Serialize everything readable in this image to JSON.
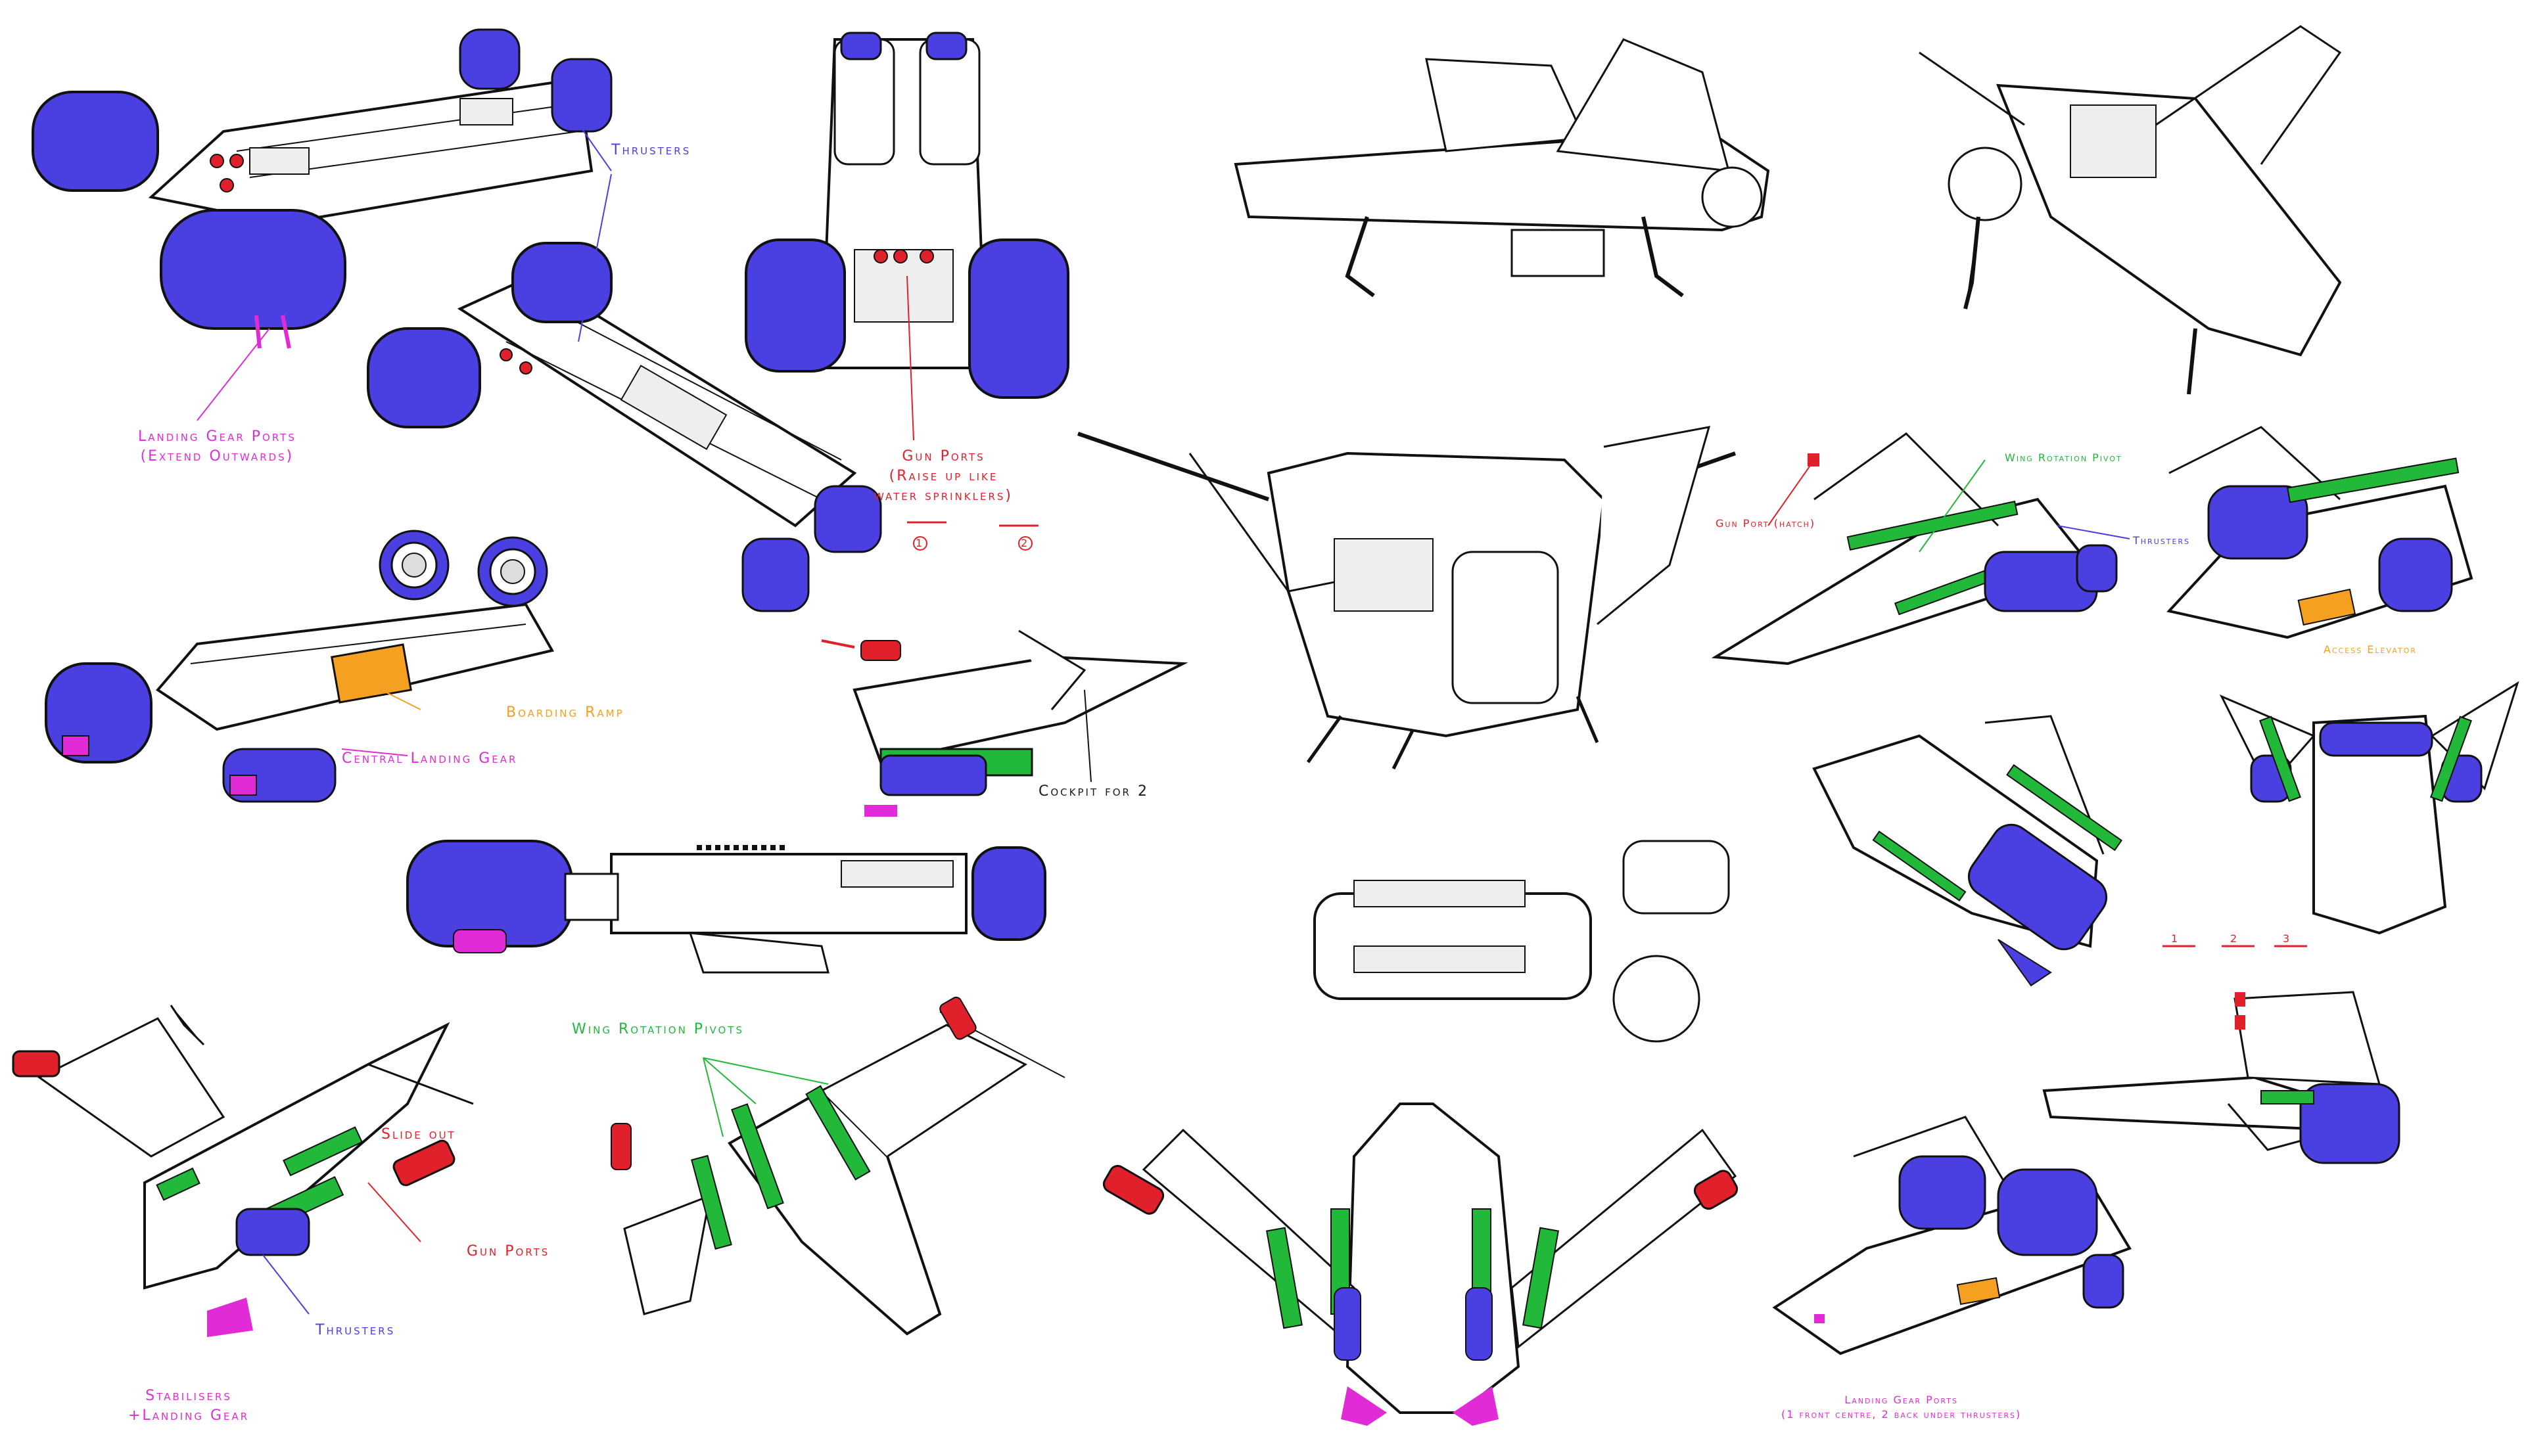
{
  "colors": {
    "thruster": "#4a3fe0",
    "landing_gear": "#e12bd6",
    "gun_port": "#e0202a",
    "wing_pivot": "#22b83a",
    "boarding_ramp": "#f5a020",
    "ink": "#1a1a1a"
  },
  "annotations": {
    "thrusters_top": "Thrusters",
    "landing_gear_ports_top": [
      "Landing Gear Ports",
      "(Extend Outwards)"
    ],
    "gun_ports_top": [
      "Gun Ports",
      "(Raise up like",
      "water sprinklers)"
    ],
    "boarding_ramp": "Boarding Ramp",
    "central_landing_gear": "Central Landing Gear",
    "cockpit": "Cockpit for 2",
    "gun_port_hatch": "Gun Port (hatch)",
    "wing_rotation_pivot": "Wing Rotation Pivot",
    "thrusters_right": "Thrusters",
    "access_elevator": "Access Elevator",
    "slide_out": "Slide out",
    "gun_ports_bottom": "Gun Ports",
    "thrusters_bottom": "Thrusters",
    "stabilisers": [
      "Stabilisers",
      "+Landing Gear"
    ],
    "wing_rotation_pivots": "Wing Rotation Pivots",
    "landing_gear_ports_bottom": [
      "Landing Gear Ports",
      "(1 front centre, 2 back under thrusters)"
    ],
    "step_numbers": [
      "1",
      "2",
      "3"
    ]
  }
}
